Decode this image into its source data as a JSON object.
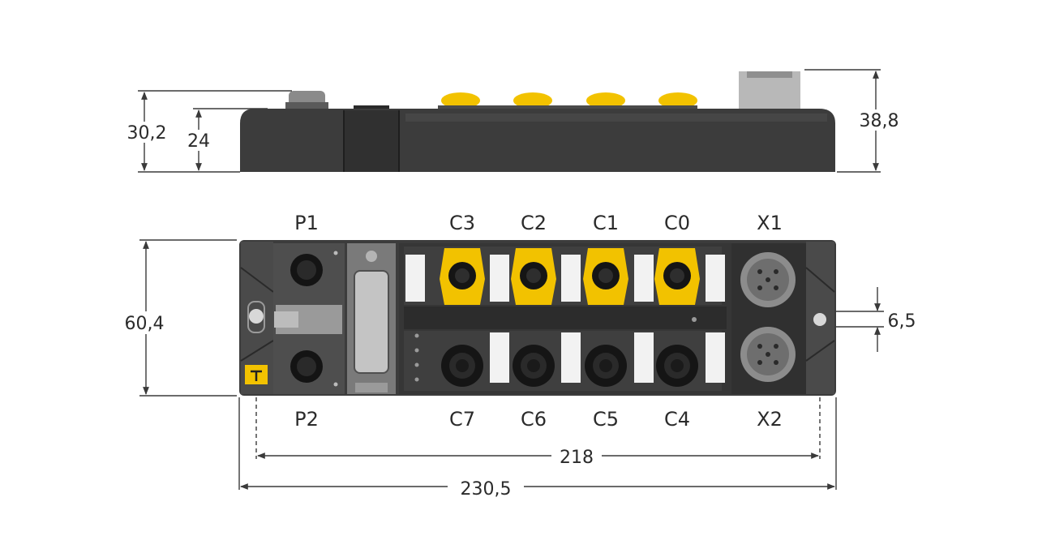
{
  "dimensions": {
    "height_total": "30,2",
    "height_body": "24",
    "height_connector": "38,8",
    "depth": "60,4",
    "mount_offset": "6,5",
    "hole_spacing": "218",
    "length_total": "230,5"
  },
  "ports_top": [
    "P1",
    "C3",
    "C2",
    "C1",
    "C0",
    "X1"
  ],
  "ports_bottom": [
    "P2",
    "C7",
    "C6",
    "C5",
    "C4",
    "X2"
  ],
  "colors": {
    "housing": "#3c3c3c",
    "housing_dark": "#262626",
    "connector_yellow": "#f2c200",
    "connector_black": "#151515",
    "window_white": "#f2f2f2",
    "line": "#3a3a3a"
  }
}
